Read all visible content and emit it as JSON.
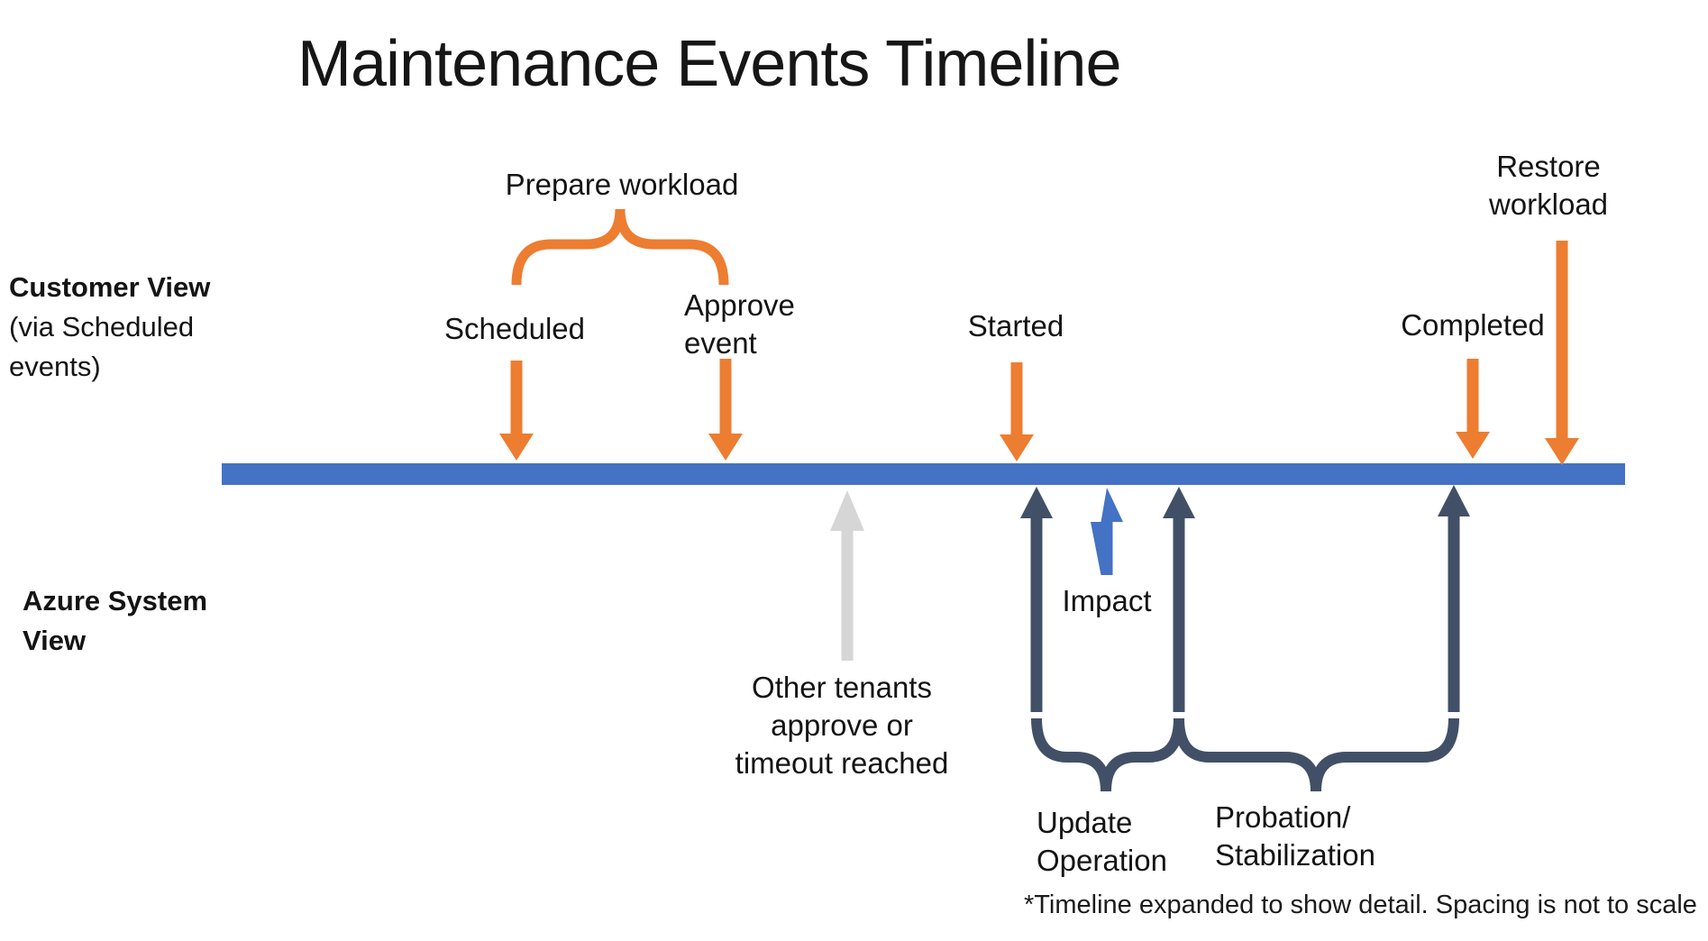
{
  "title": "Maintenance Events Timeline",
  "footnote": "*Timeline expanded to show detail. Spacing is not to scale",
  "colors": {
    "orange": "#ED7D31",
    "timeline": "#4472C4",
    "impact": "#4472C4",
    "gray": "#D6D6D6",
    "dark": "#415067",
    "text": "#141414",
    "bg": "#FFFFFF"
  },
  "lanes": {
    "customer": {
      "heading": "Customer View",
      "sub1": "(via Scheduled",
      "sub2": "events)"
    },
    "azure": {
      "heading1": "Azure System",
      "heading2": "View"
    }
  },
  "customer_events": {
    "prepare_workload": "Prepare workload",
    "scheduled": "Scheduled",
    "approve_line1": "Approve",
    "approve_line2": "event",
    "started": "Started",
    "completed": "Completed",
    "restore_line1": "Restore",
    "restore_line2": "workload"
  },
  "system_events": {
    "other_tenants_line1": "Other tenants",
    "other_tenants_line2": "approve or",
    "other_tenants_line3": "timeout reached",
    "impact": "Impact",
    "update_line1": "Update",
    "update_line2": "Operation",
    "probation_line1": "Probation/",
    "probation_line2": "Stabilization"
  }
}
